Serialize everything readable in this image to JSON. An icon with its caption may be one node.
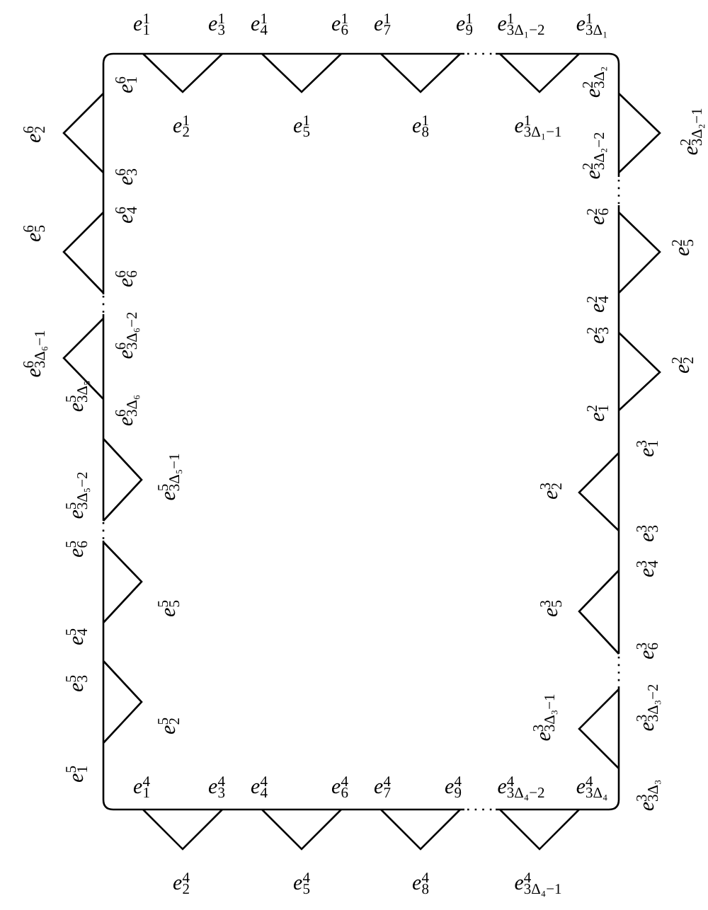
{
  "diagram": {
    "labels": [
      "e$^{1}$$_{1}$",
      "e$^{1}$$_{3}$",
      "e$^{1}$$_{4}$",
      "e$^{1}$$_{6}$",
      "e$^{1}$$_{7}$",
      "e$^{1}$$_{9}$",
      "e$^{1}$$_{3Δ₁−2}$",
      "e$^{1}$$_{3Δ₁}$",
      "e$^{6}$$_{1}$",
      "e$^{6}$$_{2}$",
      "e$^{2}$$_{3Δ₂}$",
      "e$^{2}$$_{3Δ₂−1}$",
      "e$^{1}$$_{2}$",
      "e$^{1}$$_{5}$",
      "e$^{1}$$_{8}$",
      "e$^{1}$$_{3Δ₁−1}$",
      "e$^{6}$$_{3}$",
      "e$^{2}$$_{3Δ₂−2}$",
      "e$^{6}$$_{4}$",
      "e$^{6}$$_{5}$",
      "e$^{6}$$_{6}$",
      "e$^{2}$$_{6}$",
      "e$^{2}$$_{5}$",
      "e$^{2}$$_{4}$",
      "e$^{6}$$_{3Δ₆−2}$",
      "e$^{6}$$_{3Δ₆−1}$",
      "e$^{6}$$_{3Δ₆}$",
      "e$^{2}$$_{3}$",
      "e$^{2}$$_{2}$",
      "e$^{2}$$_{1}$",
      "e$^{5}$$_{3Δ₅}$",
      "e$^{5}$$_{3Δ₅−2}$",
      "e$^{5}$$_{3Δ₅−1}$",
      "e$^{3}$$_{1}$",
      "e$^{3}$$_{2}$",
      "e$^{3}$$_{3}$",
      "e$^{5}$$_{6}$",
      "e$^{5}$$_{5}$",
      "e$^{5}$$_{4}$",
      "e$^{3}$$_{4}$",
      "e$^{3}$$_{5}$",
      "e$^{3}$$_{6}$",
      "e$^{5}$$_{3}$",
      "e$^{5}$$_{2}$",
      "e$^{5}$$_{1}$",
      "e$^{3}$$_{3Δ₃−1}$",
      "e$^{3}$$_{3Δ₃−2}$",
      "e$^{3}$$_{3Δ₃}$",
      "e$^{4}$$_{1}$",
      "e$^{4}$$_{3}$",
      "e$^{4}$$_{4}$",
      "e$^{4}$$_{6}$",
      "e$^{4}$$_{7}$",
      "e$^{4}$$_{9}$",
      "e$^{4}$$_{3Δ₄−2}$",
      "e$^{4}$$_{3Δ₄}$",
      "e$^{4}$$_{2}$",
      "e$^{4}$$_{5}$",
      "e$^{4}$$_{8}$",
      "e$^{4}$$_{3Δ₄−1}$"
    ]
  }
}
